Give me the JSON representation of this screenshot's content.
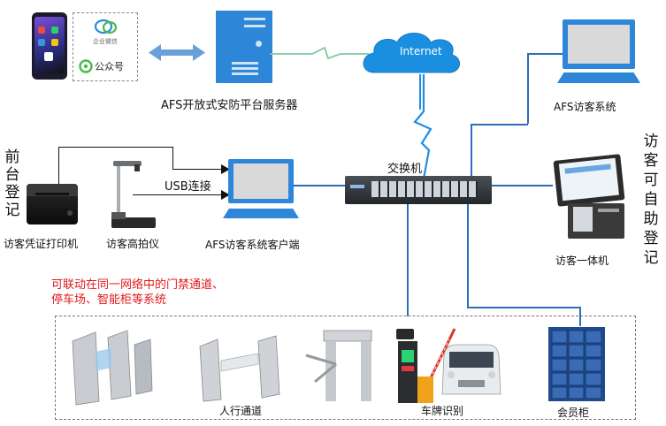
{
  "labels": {
    "server": "AFS开放式安防平台服务器",
    "internet": "Internet",
    "afs_system": "AFS访客系统",
    "switch": "交换机",
    "usb": "USB连接",
    "client": "AFS访客系统客户端",
    "printer": "访客凭证打印机",
    "camera": "访客高拍仪",
    "kiosk": "访客一体机",
    "front_desk": [
      "前",
      "台",
      "登",
      "记"
    ],
    "self_service": [
      "访",
      "客",
      "可",
      "自",
      "助",
      "登",
      "记"
    ],
    "note_line1": "可联动在同一网络中的门禁通道、",
    "note_line2": "停车场、智能柜等系统",
    "passage": "人行通道",
    "plate": "车牌识别",
    "locker": "会员柜",
    "phone_app1": "企业微信",
    "phone_app2": "公众号"
  },
  "colors": {
    "wire": "#2c6fb7",
    "cloud": "#1a8fe0",
    "note": "#e0191b",
    "monitor_screen": "#d9d9d9",
    "monitor_body": "#2e86d9"
  }
}
